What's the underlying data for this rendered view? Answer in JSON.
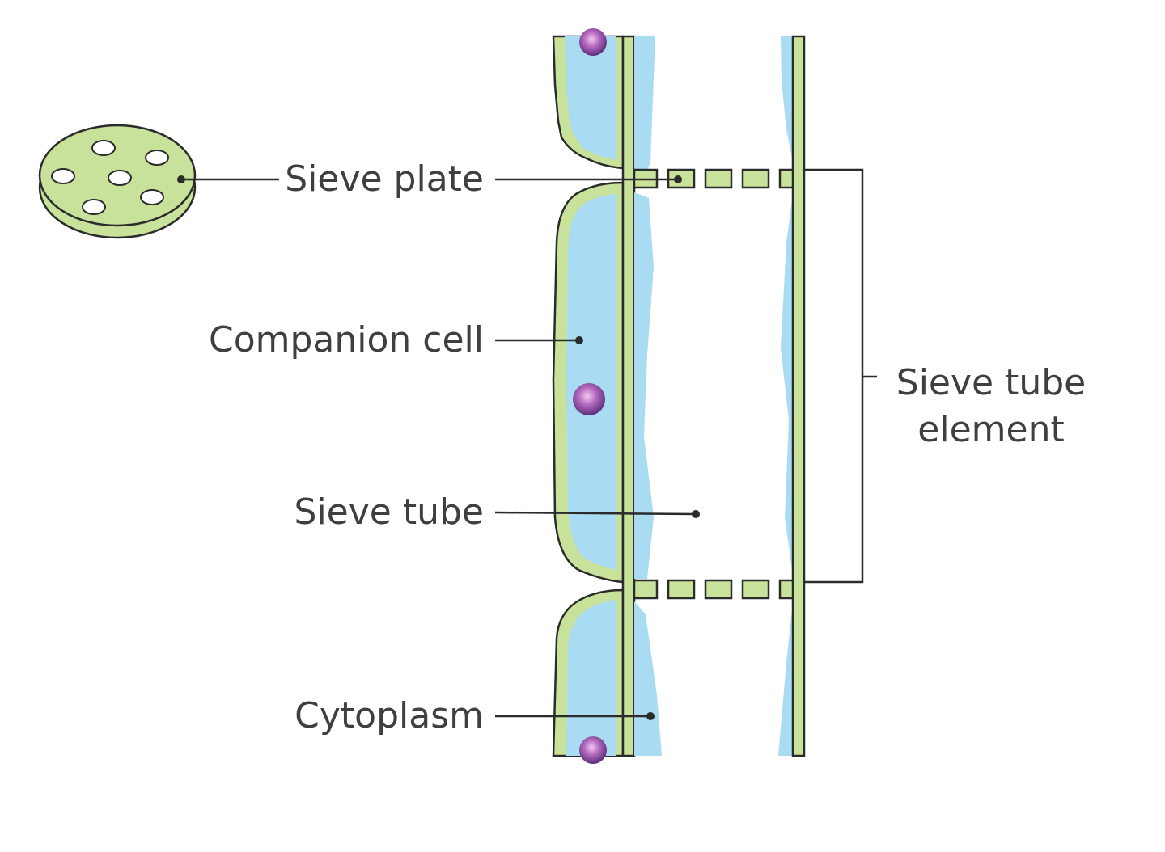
{
  "labels": {
    "sieve_plate": "Sieve plate",
    "companion_cell": "Companion cell",
    "sieve_tube": "Sieve tube",
    "cytoplasm": "Cytoplasm",
    "sieve_tube_element_line1": "Sieve tube",
    "sieve_tube_element_line2": "element"
  },
  "colors": {
    "wall_green": "#c9e29b",
    "cytoplasm_blue": "#a9dcf3",
    "nucleus_purple": "#7a3f8f",
    "outline": "#2b2b2b"
  }
}
